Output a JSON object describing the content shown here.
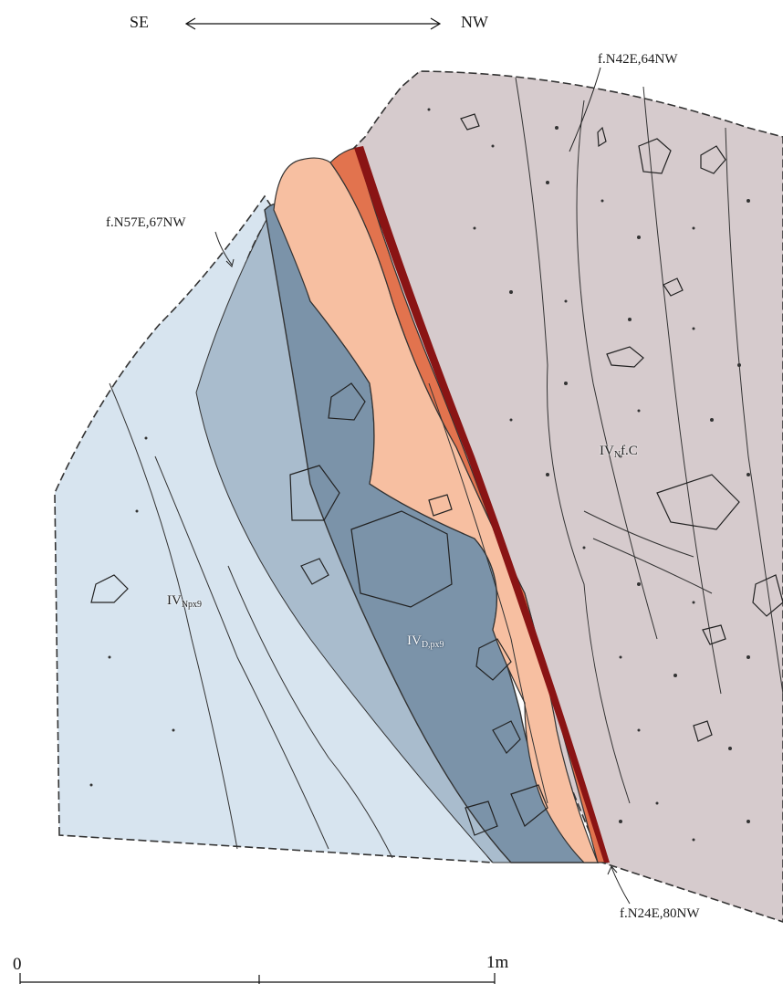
{
  "orientation": {
    "left": "SE",
    "right": "NW"
  },
  "faults": [
    {
      "id": "f1",
      "label": "f.N42E,64NW"
    },
    {
      "id": "f2",
      "label": "f.N57E,67NW"
    },
    {
      "id": "f3",
      "label": "f.N24E,80NW"
    }
  ],
  "units": [
    {
      "id": "u-npx9",
      "prefix": "IV",
      "sub": "Npx9",
      "fill": "#d7e4ef"
    },
    {
      "id": "u-dpx9",
      "prefix": "IV",
      "sub": "D,px9",
      "fill": "#7b93a9"
    },
    {
      "id": "u-ftc",
      "prefix": "IV",
      "sub": "N",
      "suffix": "f.C",
      "fill": "#d6cbcd"
    }
  ],
  "zones": {
    "salmon": "#f7bfa1",
    "orange": "#e2734e",
    "darkred": "#8a1414"
  },
  "scale": {
    "start": "0",
    "end": "1m"
  }
}
